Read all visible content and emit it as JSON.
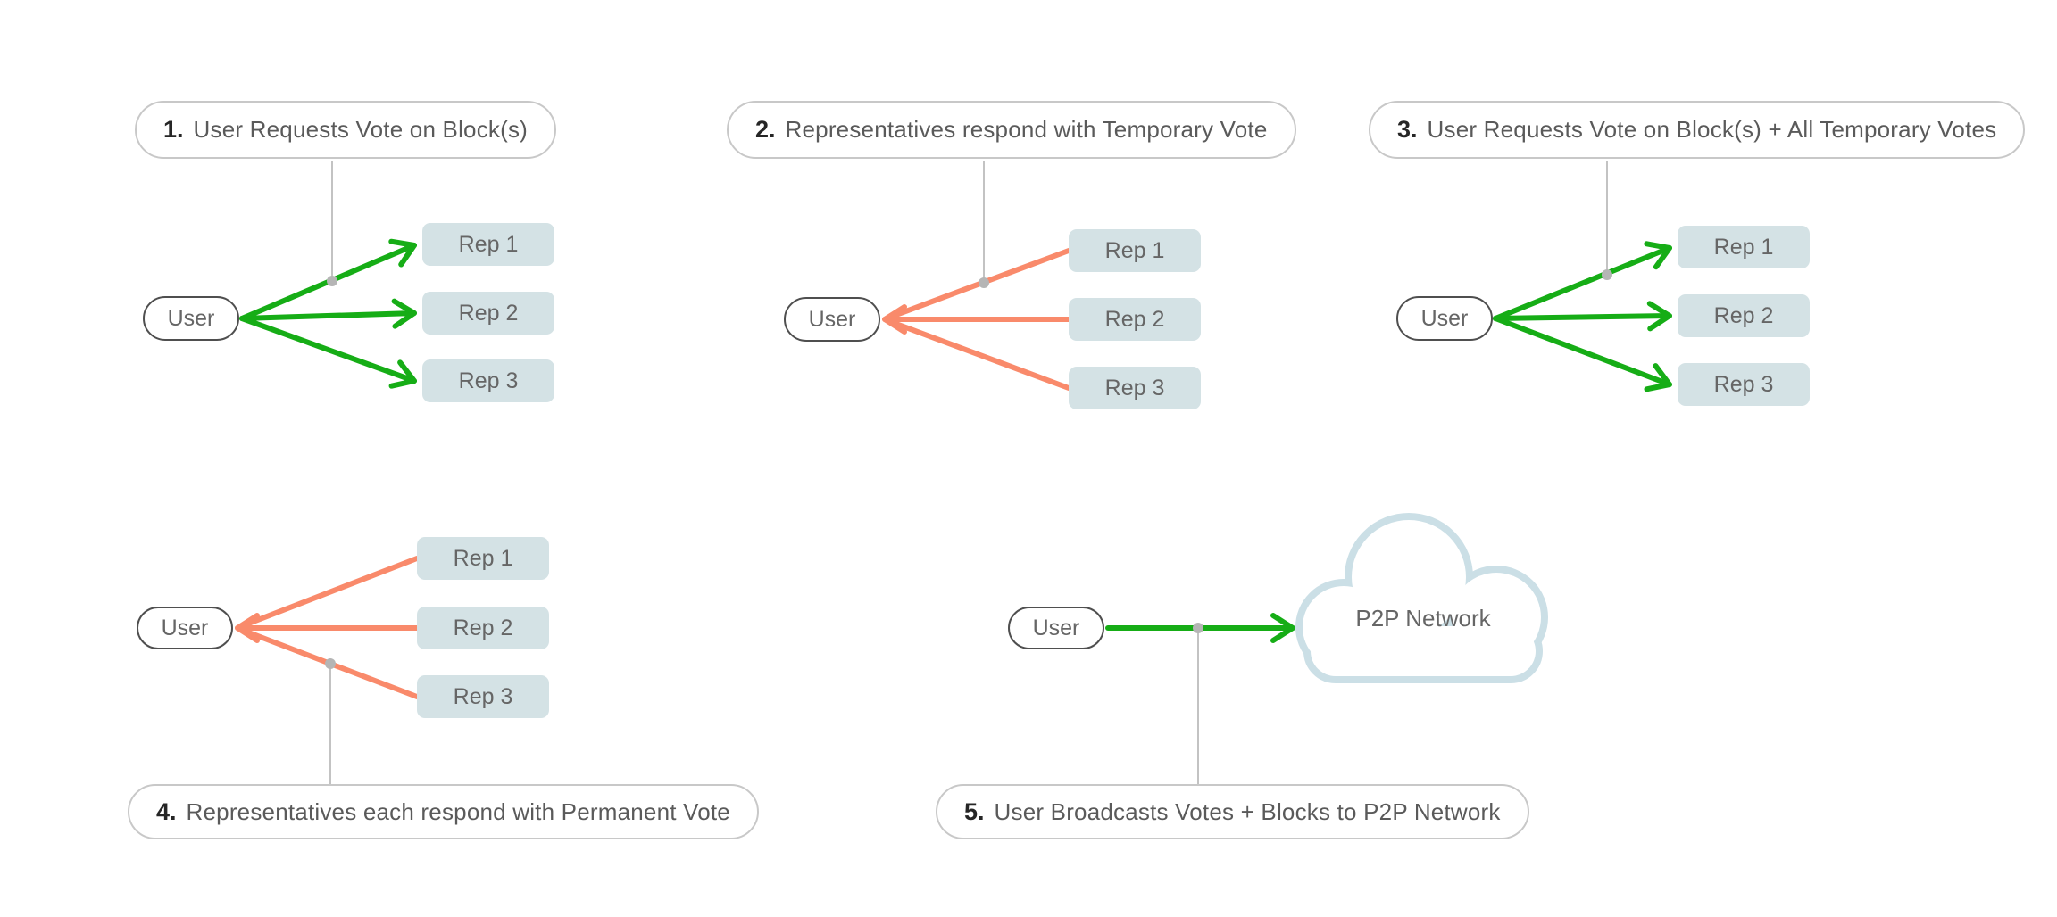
{
  "title": "Voting process diagram",
  "colors": {
    "background": "#ffffff",
    "green": "#16ad16",
    "salmon": "#f98a6b",
    "node_fill": "#d4e2e5",
    "node_text": "#666666",
    "cloud_stroke": "#cbdfe6",
    "pill_border": "#c8c8c8",
    "connector": "#c3c3c3",
    "dot": "#b5b5b5",
    "user_border": "#4f4f4f",
    "label_text": "#5a5a5a",
    "number_text": "#262626"
  },
  "panels": [
    {
      "number": "1.",
      "label": "User Requests Vote on Block(s)",
      "user": "User",
      "reps": [
        "Rep 1",
        "Rep 2",
        "Rep 3"
      ],
      "direction": "user-to-reps",
      "arrow_color": "green",
      "label_position": "top"
    },
    {
      "number": "2.",
      "label": "Representatives respond with Temporary Vote",
      "user": "User",
      "reps": [
        "Rep 1",
        "Rep 2",
        "Rep 3"
      ],
      "direction": "reps-to-user",
      "arrow_color": "salmon",
      "label_position": "top"
    },
    {
      "number": "3.",
      "label": "User Requests Vote on Block(s) + All Temporary Votes",
      "user": "User",
      "reps": [
        "Rep 1",
        "Rep 2",
        "Rep 3"
      ],
      "direction": "user-to-reps",
      "arrow_color": "green",
      "label_position": "top"
    },
    {
      "number": "4.",
      "label": "Representatives each respond with Permanent Vote",
      "user": "User",
      "reps": [
        "Rep 1",
        "Rep 2",
        "Rep 3"
      ],
      "direction": "reps-to-user",
      "arrow_color": "salmon",
      "label_position": "bottom"
    },
    {
      "number": "5.",
      "label": "User Broadcasts Votes + Blocks to P2P Network",
      "user": "User",
      "target": "P2P Network",
      "direction": "user-to-network",
      "arrow_color": "green",
      "label_position": "bottom"
    }
  ]
}
